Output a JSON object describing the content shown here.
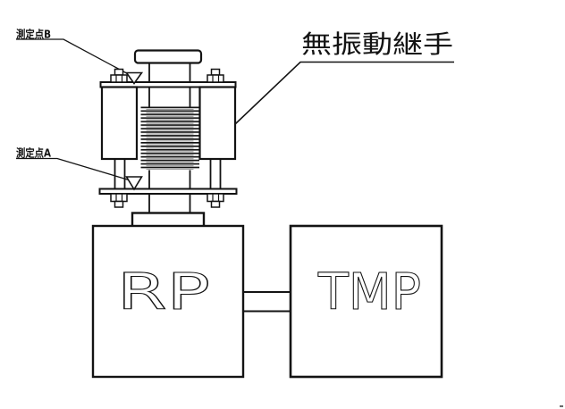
{
  "meta": {
    "background_color": "#ffffff",
    "line_color": "#131313",
    "drawing_type": "CAD line diagram of a vacuum pump vibration-isolation bellows joint"
  },
  "diagram": {
    "title": "無振動継手",
    "labels": {
      "measurement_point_b": "測定点B",
      "measurement_point_a": "測定点A"
    },
    "components": {
      "left_pump": "RP",
      "right_pump": "TMP"
    }
  }
}
